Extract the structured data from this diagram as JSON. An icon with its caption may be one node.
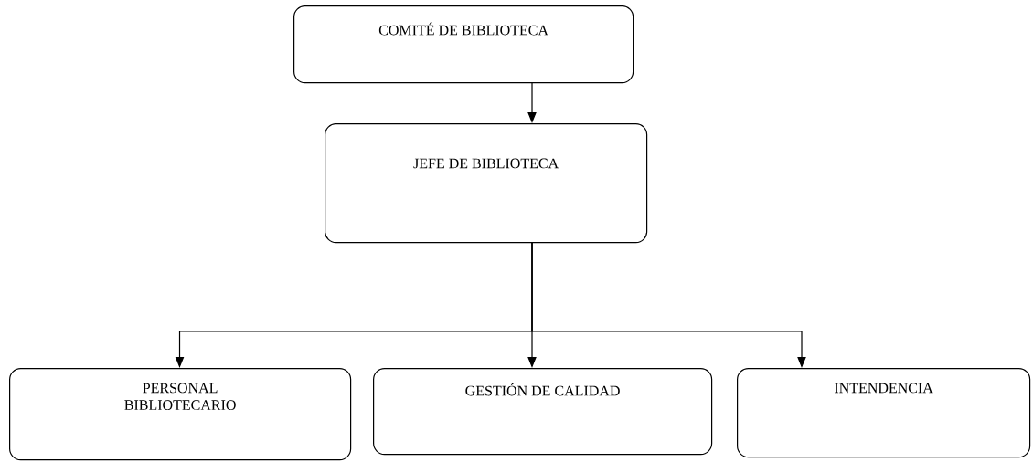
{
  "diagram": {
    "nodes": [
      {
        "text": [
          "COMITÉ DE BIBLIOTECA"
        ]
      },
      {
        "text": [
          "JEFE DE BIBLIOTECA"
        ]
      },
      {
        "text": [
          "PERSONAL BIBLIOTECARIO"
        ]
      },
      {
        "text": [
          "GESTIÓN DE CALIDAD"
        ]
      },
      {
        "text": [
          "INTENDENCIA"
        ]
      }
    ],
    "edges": [
      {
        "from": 0,
        "to": 1,
        "arrow": "to"
      },
      {
        "from": 1,
        "to": 2,
        "arrow": "to"
      },
      {
        "from": 1,
        "to": 3,
        "arrow": "to"
      },
      {
        "from": 1,
        "to": 4,
        "arrow": "to"
      }
    ]
  }
}
